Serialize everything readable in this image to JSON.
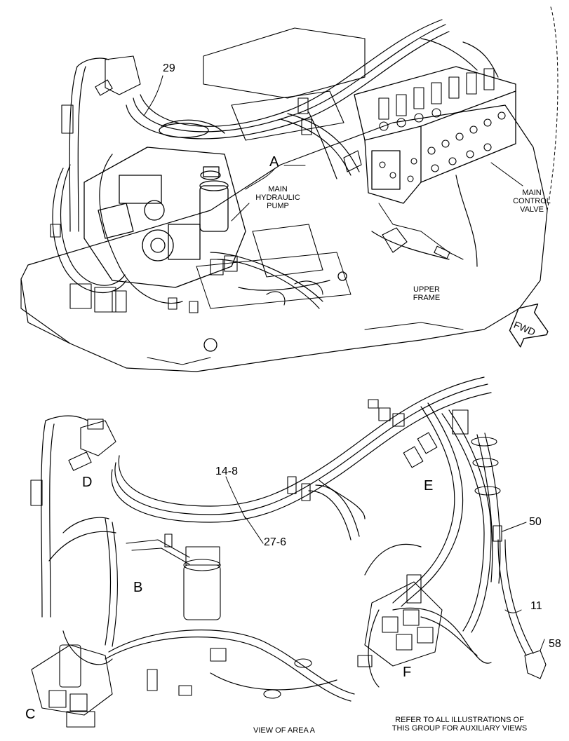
{
  "callouts": {
    "part_29": "29",
    "view_a": "A",
    "part_14_8": "14-8",
    "part_27_6": "27-6",
    "part_50": "50",
    "part_11": "11",
    "part_58": "58",
    "view_b": "B",
    "view_c": "C",
    "view_d": "D",
    "view_e": "E",
    "view_f": "F"
  },
  "labels": {
    "pump_line1": "MAIN",
    "pump_line2": "HYDRAULIC",
    "pump_line3": "PUMP",
    "valve_line1": "MAIN",
    "valve_line2": "CONTROL",
    "valve_line3": "VALVE",
    "frame_line1": "UPPER",
    "frame_line2": "FRAME",
    "fwd": "FWD"
  },
  "captions": {
    "view_of_area": "VIEW OF AREA A",
    "refer_line1": "REFER TO ALL ILLUSTRATIONS OF",
    "refer_line2": "THIS GROUP FOR AUXILIARY VIEWS"
  },
  "colors": {
    "line": "#000000",
    "background": "#ffffff"
  }
}
